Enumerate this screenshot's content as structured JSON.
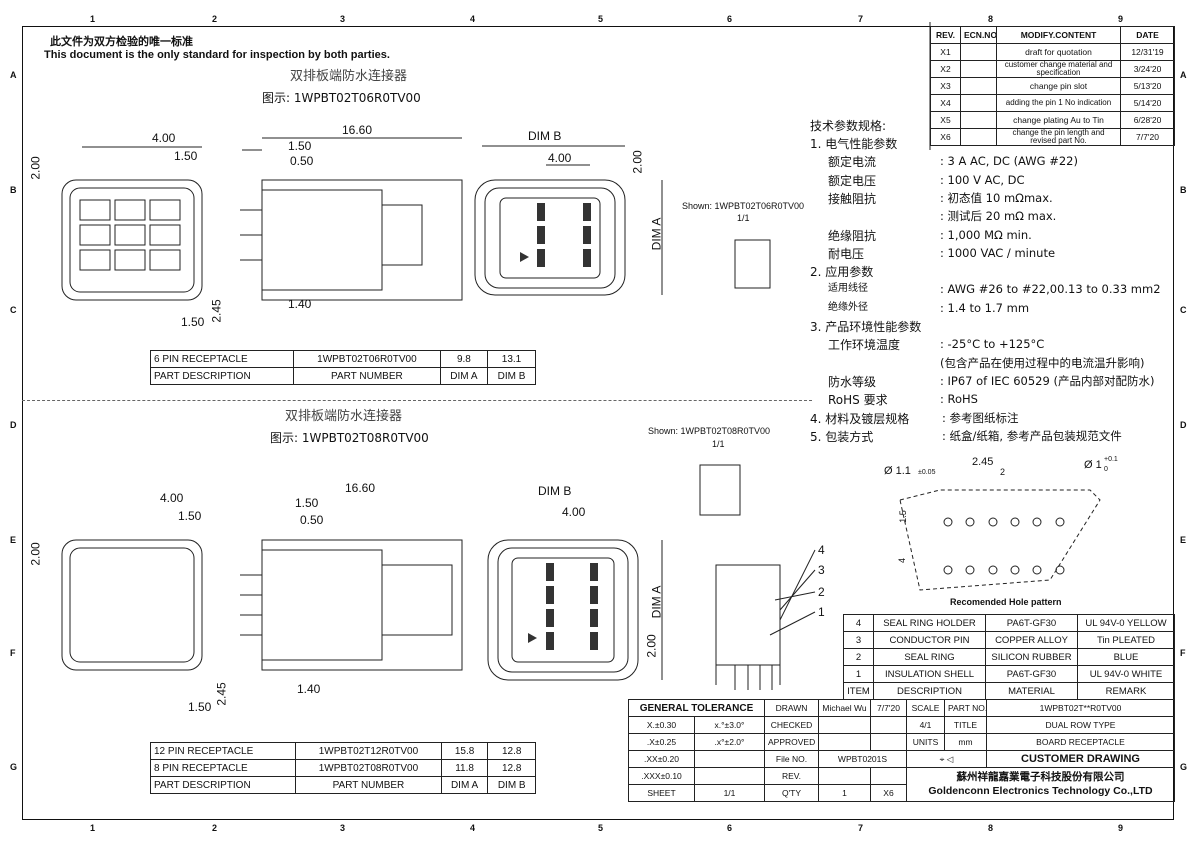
{
  "zones_top": [
    "1",
    "2",
    "3",
    "4",
    "5",
    "6",
    "7",
    "8",
    "9"
  ],
  "zones_side": [
    "A",
    "B",
    "C",
    "D",
    "E",
    "F",
    "G"
  ],
  "header": {
    "note_cn": "此文件为双方检验的唯一标准",
    "note_en": "This document is the only standard for inspection by both parties."
  },
  "view1": {
    "title_cn": "双排板端防水连接器",
    "subtitle": "图示: 1WPBT02T06R0TV00",
    "dims": {
      "d400": "4.00",
      "d150": "1.50",
      "d1660": "16.60",
      "d150b": "1.50",
      "d050": "0.50",
      "d200": "2.00",
      "d245": "2.45",
      "d140": "1.40",
      "d150c": "1.50",
      "dimb": "DIM B",
      "dima": "DIM A",
      "d400b": "4.00",
      "d200b": "2.00"
    },
    "shown_label": "Shown: 1WPBT02T06R0TV00",
    "shown_scale": "1/1"
  },
  "view2": {
    "title_cn": "双排板端防水连接器",
    "subtitle": "图示: 1WPBT02T08R0TV00",
    "dims": {
      "d400": "4.00",
      "d150": "1.50",
      "d1660": "16.60",
      "d150b": "1.50",
      "d050": "0.50",
      "d200": "2.00",
      "d245": "2.45",
      "d140": "1.40",
      "d150c": "1.50",
      "dimb": "DIM B",
      "dima": "DIM A",
      "d400b": "4.00",
      "d200b": "2.00"
    },
    "shown_label": "Shown: 1WPBT02T08R0TV00",
    "shown_scale": "1/1",
    "callouts": [
      "4",
      "3",
      "2",
      "1"
    ]
  },
  "table6": {
    "rows": [
      [
        "6 PIN RECEPTACLE",
        "1WPBT02T06R0TV00",
        "9.8",
        "13.1"
      ],
      [
        "PART DESCRIPTION",
        "PART NUMBER",
        "DIM A",
        "DIM B"
      ]
    ]
  },
  "table12": {
    "rows": [
      [
        "12 PIN RECEPTACLE",
        "1WPBT02T12R0TV00",
        "15.8",
        "12.8"
      ],
      [
        "8 PIN RECEPTACLE",
        "1WPBT02T08R0TV00",
        "11.8",
        "12.8"
      ],
      [
        "PART DESCRIPTION",
        "PART NUMBER",
        "DIM A",
        "DIM B"
      ]
    ]
  },
  "revisions": {
    "headers": [
      "REV.",
      "ECN.NO.",
      "MODIFY.CONTENT",
      "DATE"
    ],
    "rows": [
      [
        "X1",
        "",
        "draft for quotation",
        "12/31'19"
      ],
      [
        "X2",
        "",
        "customer change material and specification",
        "3/24'20"
      ],
      [
        "X3",
        "",
        "change  pin slot",
        "5/13'20"
      ],
      [
        "X4",
        "",
        "adding the pin 1 No indication",
        "5/14'20"
      ],
      [
        "X5",
        "",
        "change plating Au to Tin",
        "6/28'20"
      ],
      [
        "X6",
        "",
        "change the pin length and revised part No.",
        "7/7'20"
      ]
    ]
  },
  "specs": {
    "heading": "技术参数规格:",
    "lines": [
      {
        "label": "1. 电气性能参数",
        "value": ""
      },
      {
        "label": "额定电流",
        "value": ": 3 A AC, DC (AWG #22)"
      },
      {
        "label": "额定电压",
        "value": ": 100 V AC, DC"
      },
      {
        "label": "接触阻抗",
        "value": ": 初态值  10 mΩmax."
      },
      {
        "label": "",
        "value": ": 测试后  20 mΩ max."
      },
      {
        "label": "绝缘阻抗",
        "value": ": 1,000 MΩ min."
      },
      {
        "label": "耐电压",
        "value": ": 1000 VAC / minute"
      },
      {
        "label": "2. 应用参数",
        "value": ""
      },
      {
        "label": "适用线径",
        "value": ":   AWG #26 to #22,00.13 to 0.33 mm2"
      },
      {
        "label": "绝缘外径",
        "value": ":   1.4 to 1.7 mm"
      },
      {
        "label": "3. 产品环境性能参数",
        "value": ""
      },
      {
        "label": "工作环境温度",
        "value": ": -25°C to +125°C"
      },
      {
        "label": "",
        "value": "(包含产品在使用过程中的电流温升影响)"
      },
      {
        "label": "防水等级",
        "value": ":   IP67 of IEC 60529 (产品内部对配防水)"
      },
      {
        "label": "RoHS 要求",
        "value": ":   RoHS"
      },
      {
        "label": "4. 材料及镀层规格",
        "value": ":   参考图纸标注"
      },
      {
        "label": "5. 包装方式",
        "value": ": 纸盒/纸箱, 参考产品包装规范文件"
      }
    ]
  },
  "hole_pattern": {
    "d_left": "Ø 1.1",
    "d_left_tol": "±0.05",
    "d_right": "Ø 1",
    "d_right_tol_top": "+0.1",
    "d_right_tol_bot": "0",
    "pitch": "2.45",
    "pitch2": "2",
    "v15": "1.5",
    "v4": "4",
    "caption": "Recomended Hole pattern"
  },
  "bom": {
    "rows": [
      [
        "4",
        "SEAL RING HOLDER",
        "PA6T-GF30",
        "UL 94V-0 YELLOW"
      ],
      [
        "3",
        "CONDUCTOR PIN",
        "COPPER ALLOY",
        "Tin PLEATED"
      ],
      [
        "2",
        "SEAL RING",
        "SILICON RUBBER",
        "BLUE"
      ],
      [
        "1",
        "INSULATION SHELL",
        "PA6T-GF30",
        "UL 94V-0 WHITE"
      ],
      [
        "ITEM",
        "DESCRIPTION",
        "MATERIAL",
        "REMARK"
      ]
    ]
  },
  "titleblock": {
    "general_tolerance": "GENERAL TOLERANCE",
    "tol_x": "X.±0.30",
    "tol_xa": "x.°±3.0°",
    "tol_xx": ".X±0.25",
    "tol_xxa": ".x°±2.0°",
    "tol_xxx": ".XX±0.20",
    "tol_xxxx": ".XXX±0.10",
    "drawn_l": "DRAWN",
    "drawn_v": "Michael Wu",
    "drawn_date": "7/7'20",
    "scale_l": "SCALE",
    "scale_v": "4/1",
    "partno_l": "PART NO.",
    "partno_v": "1WPBT02T**R0TV00",
    "checked_l": "CHECKED",
    "title_l": "TITLE",
    "title_v1": "DUAL ROW TYPE",
    "approved_l": "APPROVED",
    "units_l": "UNITS",
    "units_v": "mm",
    "title_v2": "BOARD RECEPTACLE",
    "fileno_l": "File NO.",
    "fileno_v": "WPBT0201S",
    "customer": "CUSTOMER DRAWING",
    "rev_l": "REV.",
    "sheet_l": "SHEET",
    "sheet_v": "1/1",
    "qty_l": "Q'TY",
    "qty_v": "1",
    "rev_v": "X6",
    "company_cn": "蘇州祥龍嘉業電子科技股份有限公司",
    "company_en": "Goldenconn Electronics Technology Co.,LTD"
  }
}
